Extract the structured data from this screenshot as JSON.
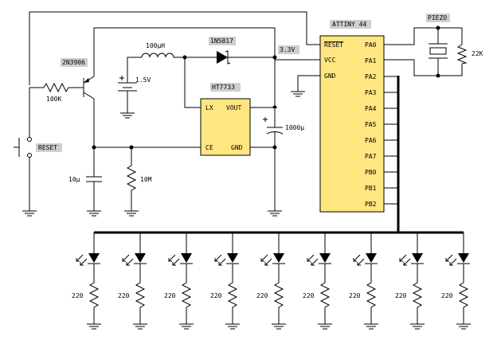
{
  "parts": {
    "mcu": "ATTINY 44",
    "regulator": "HT7733",
    "diode": "1N5817",
    "transistor": "2N3906",
    "piezo": "PIEZO",
    "reset_switch": "RESET",
    "supply_net": "3.3V"
  },
  "values": {
    "inductor": "100µH",
    "battery": "1.5V",
    "r_base": "100K",
    "c_timing": "10µ",
    "r_pulldown": "10M",
    "c_out": "1000µ",
    "r_piezo": "22K",
    "r_led": "220"
  },
  "mcu_pins_left": [
    "RESET",
    "VCC",
    "GND"
  ],
  "mcu_pins_right": [
    "PA0",
    "PA1",
    "PA2",
    "PA3",
    "PA4",
    "PA5",
    "PA6",
    "PA7",
    "PB0",
    "PB1",
    "PB2"
  ],
  "regulator_pins": {
    "lx": "LX",
    "vout": "VOUT",
    "ce": "CE",
    "gnd": "GND"
  }
}
